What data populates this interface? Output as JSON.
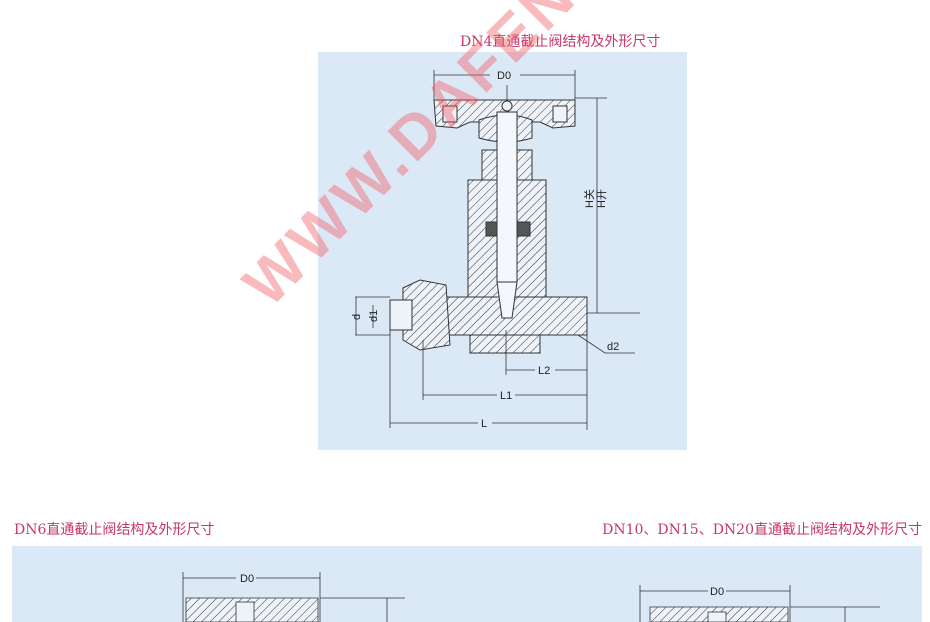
{
  "titles": {
    "dn4": "DN4直通截止阀结构及外形尺寸",
    "dn6": "DN6直通截止阀结构及外形尺寸",
    "dn10_20": "DN10、DN15、DN20直通截止阀结构及外形尺寸"
  },
  "labels": {
    "d0": "D0",
    "h_close": "H关",
    "h_open": "H开",
    "d": "d",
    "d1": "d1",
    "d2": "d2",
    "l2": "L2",
    "l1": "L1",
    "l": "L"
  },
  "watermark": "WWW.DAFENG.CC",
  "colors": {
    "title": "#c8366a",
    "panel": "#dbe9f7",
    "watermark": "#f05a64"
  }
}
